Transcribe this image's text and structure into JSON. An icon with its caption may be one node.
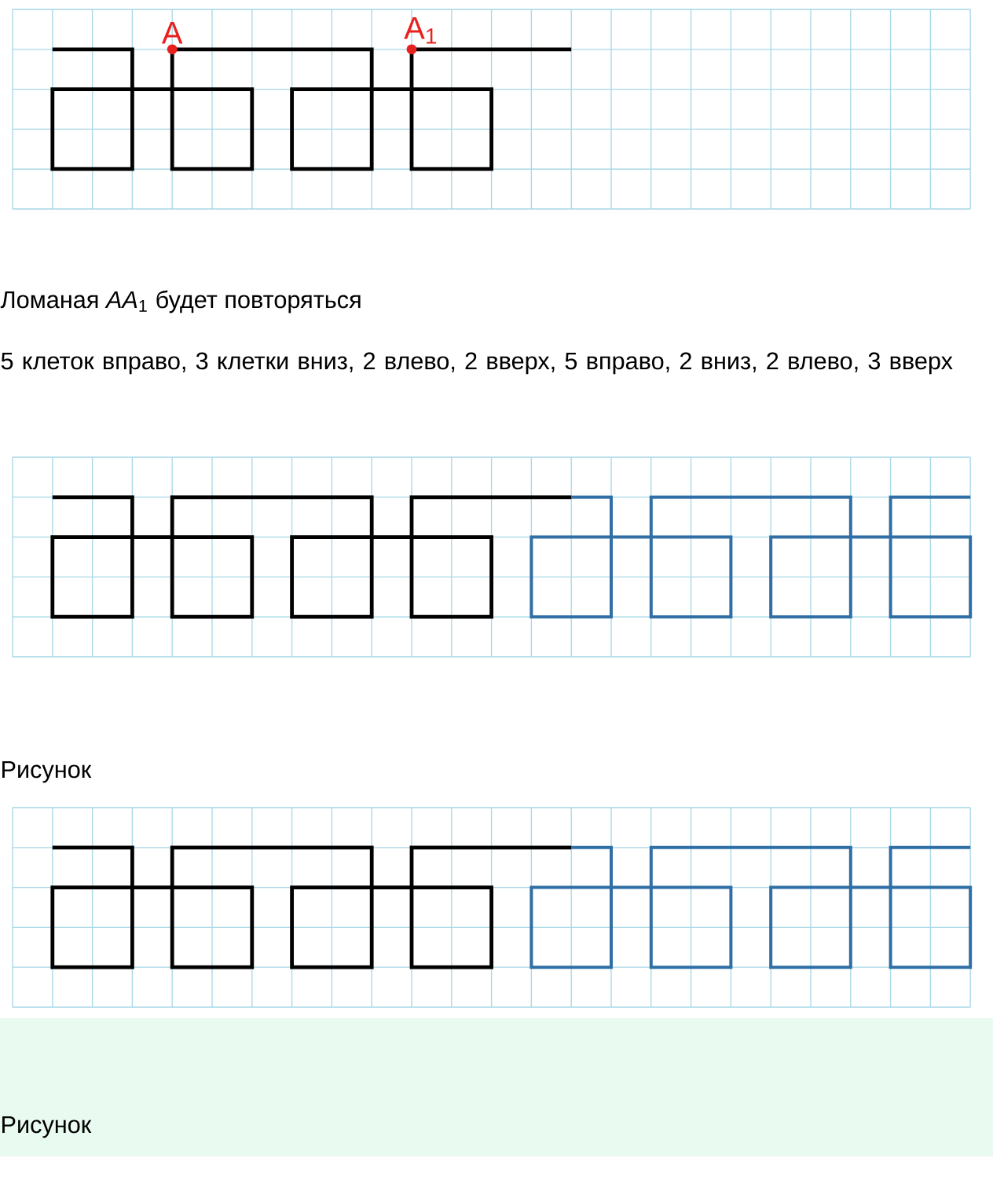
{
  "diagram": {
    "labels": [
      "A",
      "A$_{1}$",
      "Ломаная *AA*$_{1}$ будет повторяться",
      "5 клеток вправо, 3 клетки вниз, 2 влево, 2 вверх, 5 вправо, 2 вниз, 2 влево, 3 вверх",
      "Рисунок",
      "Рисунок"
    ]
  }
}
